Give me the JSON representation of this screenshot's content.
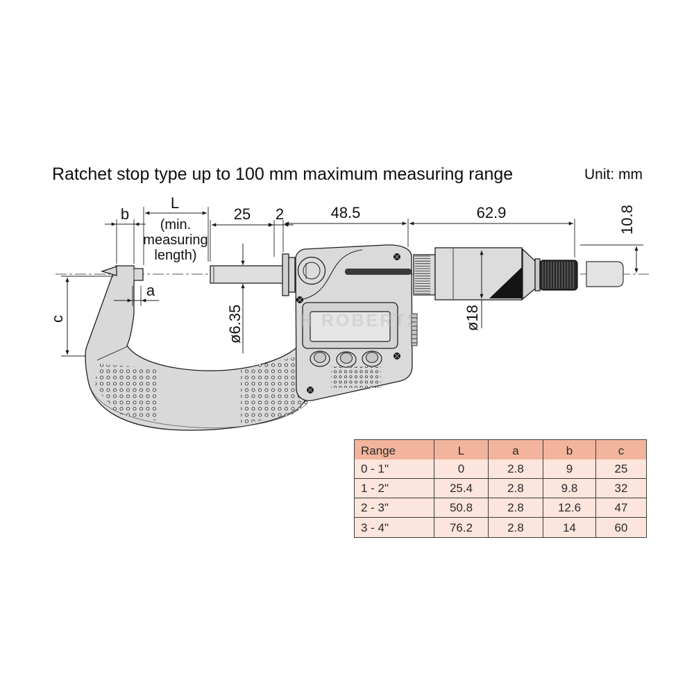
{
  "header": {
    "title": "Ratchet stop type up to 100 mm maximum measuring range",
    "unit": "Unit: mm"
  },
  "watermark": "H ROBERTS",
  "dims": {
    "b": "b",
    "L": "L",
    "min_line1": "(min.",
    "min_line2": "measuring",
    "min_line3": "length)",
    "len25": "25",
    "len2": "2",
    "len48_5": "48.5",
    "len62_9": "62.9",
    "len10_8": "10.8",
    "a": "a",
    "c": "c",
    "dia_spindle": "ø6.35",
    "dia_thimble": "ø18"
  },
  "table": {
    "headers": [
      "Range",
      "L",
      "a",
      "b",
      "c"
    ],
    "rows": [
      [
        "0 - 1\"",
        "0",
        "2.8",
        "9",
        "25"
      ],
      [
        "1 - 2\"",
        "25.4",
        "2.8",
        "9.8",
        "32"
      ],
      [
        "2 - 3\"",
        "50.8",
        "2.8",
        "12.6",
        "47"
      ],
      [
        "3 - 4\"",
        "76.2",
        "2.8",
        "14",
        "60"
      ]
    ]
  },
  "colors": {
    "line": "#1f1f1f",
    "metal_light": "#dadada",
    "metal_dark": "#262626",
    "table_header_bg": "#f2b49c",
    "table_row_bg": "#fce5dc",
    "table_border": "#3c3c3c"
  }
}
